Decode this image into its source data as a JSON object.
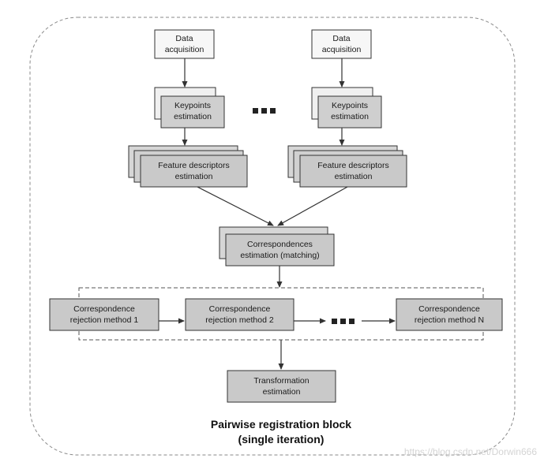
{
  "nodes": {
    "data_acquisition_1": [
      "Data",
      "acquisition"
    ],
    "data_acquisition_2": [
      "Data",
      "acquisition"
    ],
    "keypoints_1": [
      "Keypoints",
      "estimation"
    ],
    "keypoints_2": [
      "Keypoints",
      "estimation"
    ],
    "features_1": [
      "Feature descriptors",
      "estimation"
    ],
    "features_2": [
      "Feature descriptors",
      "estimation"
    ],
    "correspondences": [
      "Correspondences",
      "estimation (matching)"
    ],
    "rejection_1": [
      "Correspondence",
      "rejection method 1"
    ],
    "rejection_2": [
      "Correspondence",
      "rejection method 2"
    ],
    "rejection_n": [
      "Correspondence",
      "rejection method N"
    ],
    "transformation": [
      "Transformation",
      "estimation"
    ]
  },
  "caption": [
    "Pairwise registration block",
    "(single iteration)"
  ],
  "watermark": "https://blog.csdn.net/Dorwin666",
  "colors": {
    "box_white": "#f7f7f7",
    "box_gray": "#c9c9c9",
    "stroke": "#333333",
    "dashed": "#777777"
  }
}
